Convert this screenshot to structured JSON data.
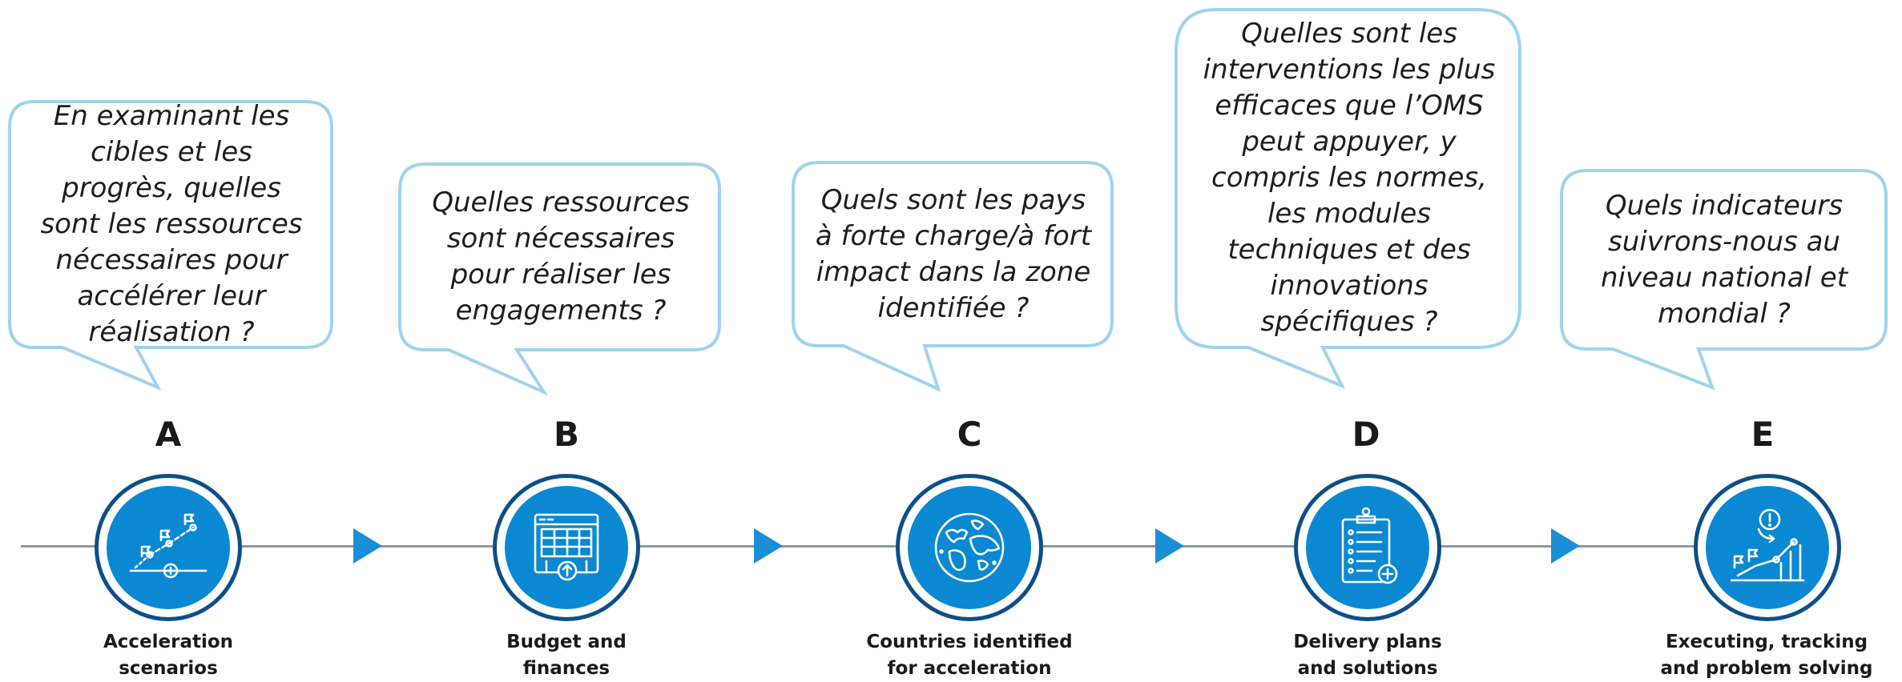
{
  "steps": [
    {
      "letter": "A",
      "question": "En examinant les cibles et les progrès, quelles sont les ressources nécessaires pour accélérer leur réalisation ?",
      "caption": "Acceleration\nscenarios",
      "icon": "acceleration-scenarios-icon"
    },
    {
      "letter": "B",
      "question": "Quelles ressources sont nécessaires pour réaliser les engagements ?",
      "caption": "Budget and\nfinances",
      "icon": "budget-spreadsheet-icon"
    },
    {
      "letter": "C",
      "question": "Quels sont les pays à forte charge/à fort impact dans la zone identifiée ?",
      "caption": "Countries identified\nfor acceleration",
      "icon": "globe-icon"
    },
    {
      "letter": "D",
      "question": "Quelles sont les interventions les plus efficaces que l’OMS peut appuyer, y compris les normes, les modules techniques et des innovations spécifiques ?",
      "caption": "Delivery plans\nand solutions",
      "icon": "clipboard-checklist-icon"
    },
    {
      "letter": "E",
      "question": "Quels indicateurs suivrons-nous au niveau national et mondial ?",
      "caption": "Executing, tracking\nand problem solving",
      "icon": "tracking-growth-icon"
    }
  ],
  "colors": {
    "bubble_border": "#9fd3ef",
    "node_fill": "#0a89d2",
    "node_ring": "#0c4f8a",
    "arrow": "#1a8fd6",
    "timeline": "#8c98a6"
  }
}
